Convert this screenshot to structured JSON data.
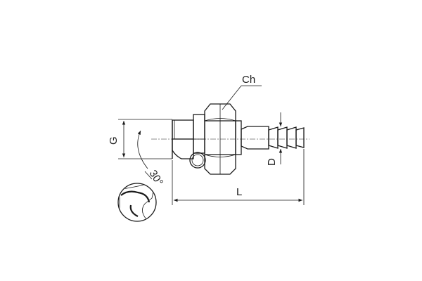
{
  "drawing": {
    "labels": {
      "hex": "Ch",
      "thread": "G",
      "hose_diameter": "D",
      "length": "L",
      "angle": "30°"
    },
    "colors": {
      "line": "#1a1a1a",
      "metal_light": "#ffffff",
      "metal_mid": "#c9c9c9",
      "metal_dark": "#6e6e6e",
      "hatch": "#1a1a1a"
    }
  }
}
